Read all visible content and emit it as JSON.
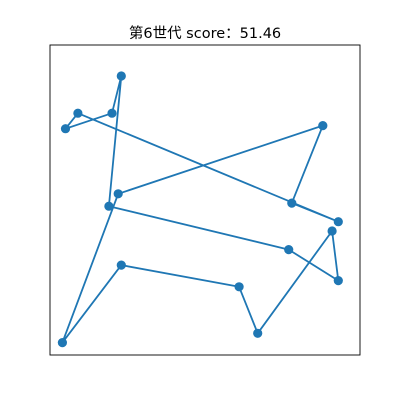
{
  "chart_data": {
    "type": "line",
    "title": "第6世代 score：51.46",
    "xlabel": "",
    "ylabel": "",
    "xlim": [
      0,
      100
    ],
    "ylim": [
      0,
      100
    ],
    "grid": false,
    "legend": "none",
    "axis_ticks": false,
    "marker": "circle",
    "closed_route": true,
    "color": "#1f77b4",
    "series": [
      {
        "points": [
          [
            23,
            29
          ],
          [
            61,
            22
          ],
          [
            67,
            7
          ],
          [
            91,
            40
          ],
          [
            93,
            24
          ],
          [
            77,
            34
          ],
          [
            19,
            48
          ],
          [
            23,
            90
          ],
          [
            20,
            78
          ],
          [
            5,
            73
          ],
          [
            9,
            78
          ],
          [
            93,
            43
          ],
          [
            78,
            49
          ],
          [
            88,
            74
          ],
          [
            22,
            52
          ],
          [
            4,
            4
          ]
        ]
      }
    ]
  }
}
